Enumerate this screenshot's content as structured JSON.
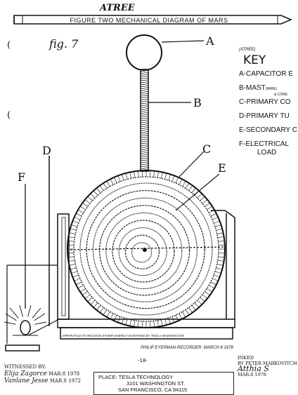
{
  "header": {
    "small_title": "ATREE",
    "banner_title": "FIGURE TWO MECHANICAL DIAGRAM OF MARS"
  },
  "figure_label": "fig. 7",
  "parts": {
    "a": "A",
    "b": "B",
    "c": "C",
    "d": "D",
    "e": "E",
    "f": "F"
  },
  "key": {
    "note": "(ATREE)",
    "title": "KEY",
    "items": [
      "A-CAPACITOR E",
      "B-MAST",
      "C-PRIMARY CO",
      "D-PRIMARY TU",
      "E-SECONDARY C",
      "F-ELECTRICAL",
      "LOAD"
    ],
    "mast_note": "(WIRE)",
    "mast_note2": "& CORE"
  },
  "annotations": {
    "base_caption": "APPARATUS TO RECEIVE ETHER ENERGY INVENTED BY TESLA WASHINGTON",
    "signature_line": "PHILIP EYERMAN-RECORDER. MARCH 8 1978"
  },
  "footer": {
    "witnessed_label": "WITNESSED BY:",
    "witness1": "Elija Zagorce",
    "witness1_date": "MAR.8 1978",
    "witness2": "Vanlane Jesse",
    "witness2_date": "MAR.8 1972",
    "page_number": "-18-",
    "place_line1": "PLACE: TESLA TECHNOLOGY",
    "place_line2": "3101 WASHINGTON ST.",
    "place_line3": "SAN FRANCISCO, CA 94115",
    "inked_label": "INKED",
    "inked_by": "BY PETER MARKOVITCH",
    "inked_sig": "Atthia S",
    "inked_date": "MAR.8 1978"
  }
}
